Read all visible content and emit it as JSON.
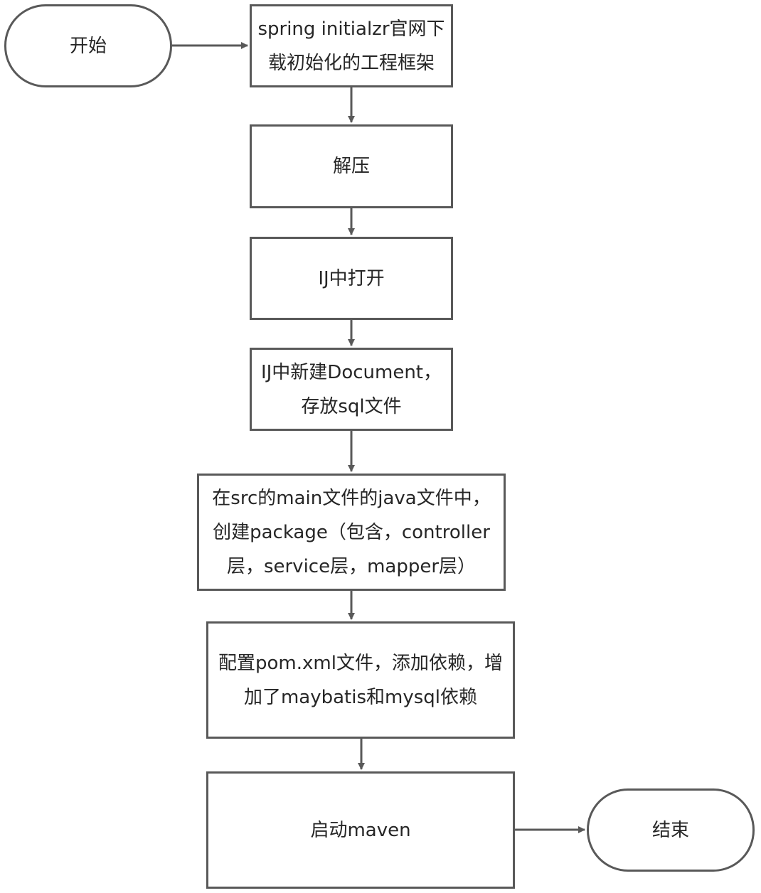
{
  "colors": {
    "stroke": "#595959",
    "text": "#262626",
    "background": "#ffffff"
  },
  "nodes": {
    "start": "开始",
    "download": "spring initialzr官网下\n载初始化的工程框架",
    "unzip": "解压",
    "open_ij": "IJ中打开",
    "new_document": "IJ中新建Document，\n存放sql文件",
    "create_package": "在src的main文件的java文件中，\n创建package（包含，controller\n层，service层，mapper层）",
    "config_pom": "配置pom.xml文件，添加依赖，增\n加了maybatis和mysql依赖",
    "start_maven": "启动maven",
    "end": "结束"
  }
}
